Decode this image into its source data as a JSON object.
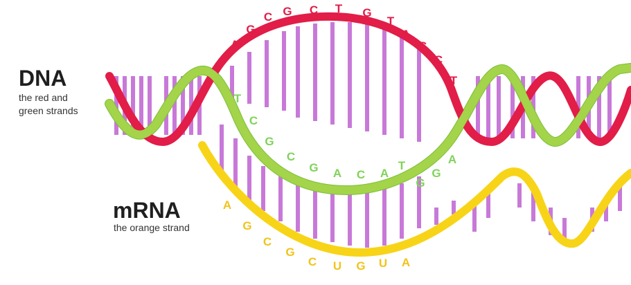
{
  "labels": {
    "dna_title": "DNA",
    "dna_caption_line1": "the red and",
    "dna_caption_line2": "green strands",
    "mrna_title": "mRNA",
    "mrna_caption": "the orange strand"
  },
  "sequences": {
    "red": [
      "A",
      "G",
      "C",
      "G",
      "C",
      "T",
      "G",
      "T",
      "A",
      "C",
      "C",
      "T"
    ],
    "green": [
      "T",
      "C",
      "G",
      "C",
      "G",
      "A",
      "C",
      "A",
      "T",
      "G",
      "G",
      "A"
    ],
    "mrna": [
      "A",
      "G",
      "C",
      "G",
      "C",
      "U",
      "G",
      "U",
      "A"
    ]
  },
  "colors": {
    "red_strand": "#e11d48",
    "green_strand": "#a3d44a",
    "green_shadow": "#7cbf3a",
    "mrna_strand": "#f7d417",
    "rungs": "#c879d8",
    "red_letters": "#e11d48",
    "green_letters": "#7fd35a",
    "mrna_letters": "#f0c419"
  }
}
